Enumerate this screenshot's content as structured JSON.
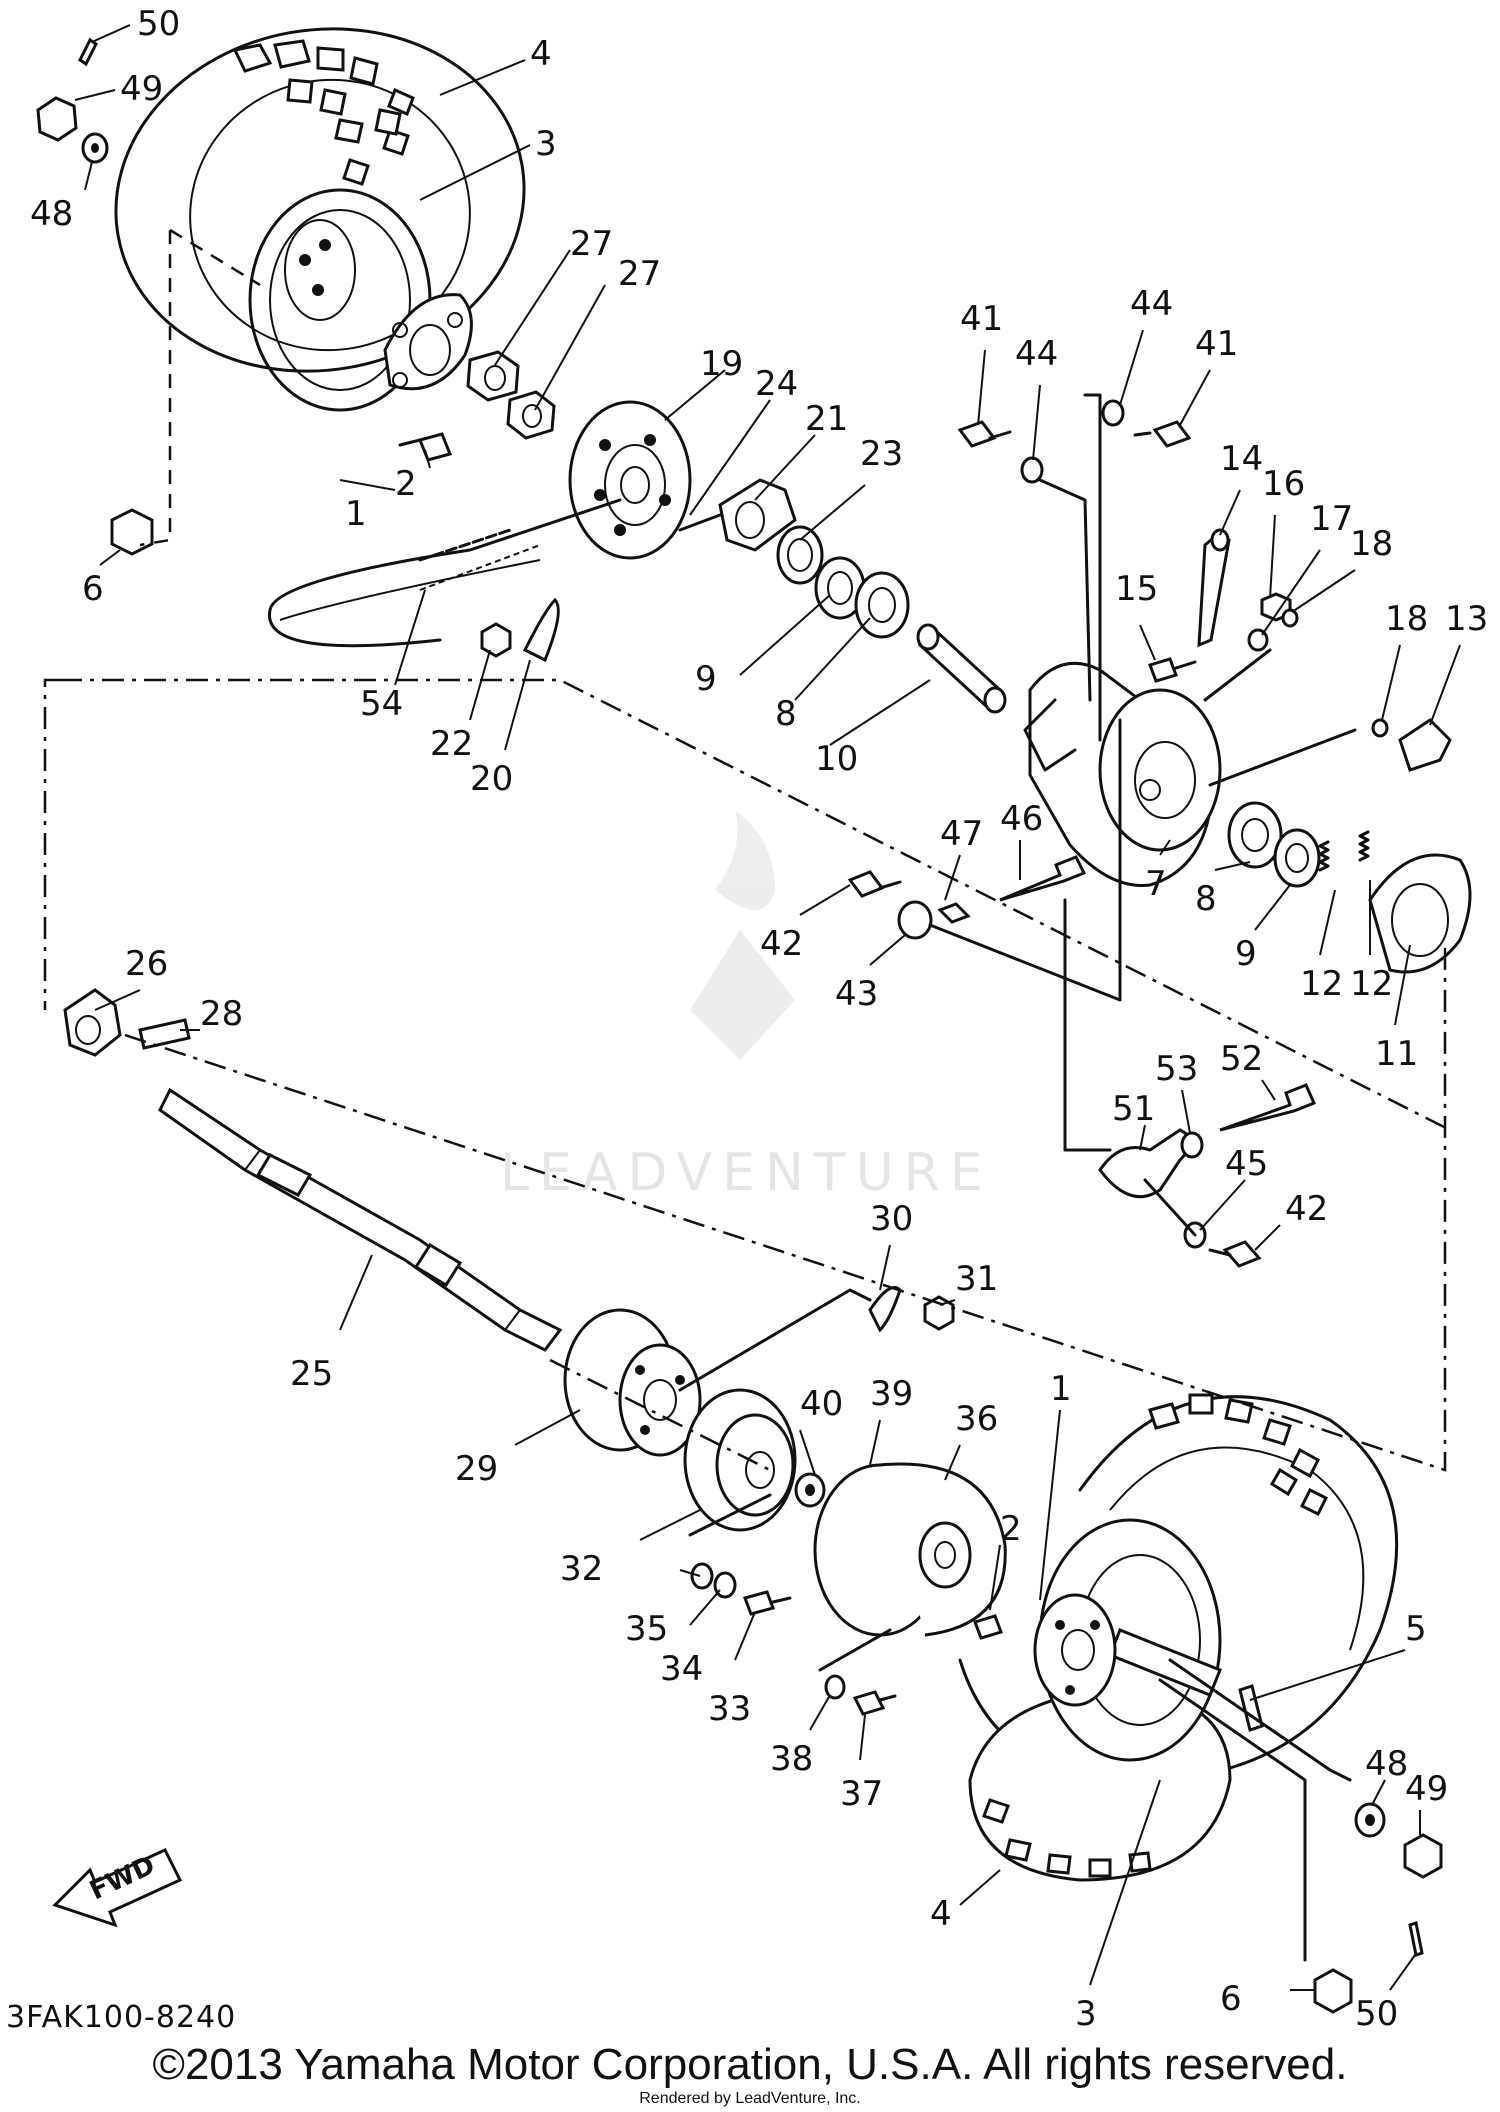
{
  "diagram": {
    "code": "3FAK100-8240",
    "copyright": "©2013 Yamaha Motor Corporation, U.S.A. All rights reserved.",
    "rendered_by": "Rendered by LeadVenture, Inc.",
    "watermark": "LEADVENTURE",
    "fwd_arrow": "FWD",
    "callouts": [
      "50",
      "49",
      "48",
      "4",
      "3",
      "27",
      "27",
      "2",
      "1",
      "6",
      "19",
      "24",
      "21",
      "23",
      "9",
      "8",
      "10",
      "54",
      "22",
      "20",
      "41",
      "44",
      "44",
      "41",
      "14",
      "16",
      "17",
      "18",
      "15",
      "18",
      "13",
      "7",
      "8",
      "9",
      "12",
      "12",
      "11",
      "47",
      "46",
      "42",
      "43",
      "53",
      "52",
      "51",
      "45",
      "42",
      "26",
      "28",
      "25",
      "30",
      "31",
      "29",
      "40",
      "39",
      "36",
      "1",
      "2",
      "32",
      "35",
      "34",
      "33",
      "38",
      "37",
      "5",
      "48",
      "49",
      "4",
      "3",
      "6",
      "50"
    ]
  }
}
